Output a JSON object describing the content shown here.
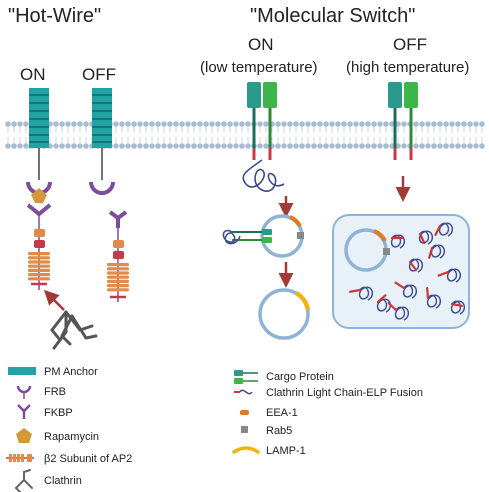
{
  "titles": {
    "hotwire": "\"Hot-Wire\"",
    "molecular_switch": "\"Molecular Switch\""
  },
  "states": {
    "hotwire_on": "ON",
    "hotwire_off": "OFF",
    "switch_on": "ON",
    "switch_on_sub": "(low temperature)",
    "switch_off": "OFF",
    "switch_off_sub": "(high temperature)"
  },
  "legend_left": [
    {
      "label": "PM  Anchor",
      "icon": "pm-anchor-icon",
      "color": "#22a3a3"
    },
    {
      "label": "FRB",
      "icon": "frb-icon",
      "color": "#7d4d9c"
    },
    {
      "label": "FKBP",
      "icon": "fkbp-icon",
      "color": "#7d4d9c"
    },
    {
      "label": "Rapamycin",
      "icon": "rapamycin-icon",
      "color": "#d4973a"
    },
    {
      "label": "β2 Subunit of AP2",
      "icon": "ap2-icon",
      "color": "#e08a4c"
    },
    {
      "label": "Clathrin",
      "icon": "clathrin-icon",
      "color": "#666666"
    }
  ],
  "legend_right": [
    {
      "label": "Cargo Protein",
      "icon": "cargo-protein-icon",
      "color": "#2a9a8a"
    },
    {
      "label": "Clathrin Light Chain-ELP Fusion",
      "icon": "elp-fusion-icon",
      "color": "#3d4a8a"
    },
    {
      "label": "EEA-1",
      "icon": "eea1-icon",
      "color": "#e07b20"
    },
    {
      "label": "Rab5",
      "icon": "rab5-icon",
      "color": "#888888"
    },
    {
      "label": "LAMP-1",
      "icon": "lamp1-icon",
      "color": "#f2b20f"
    }
  ],
  "colors": {
    "membrane_head": "#a9bdd0",
    "teal": "#22a3a3",
    "green": "#3cb64a",
    "arrow": "#a33a3a",
    "vesicle": "#8fb3d6",
    "chain": "#3d4a8a",
    "red": "#d13535"
  }
}
